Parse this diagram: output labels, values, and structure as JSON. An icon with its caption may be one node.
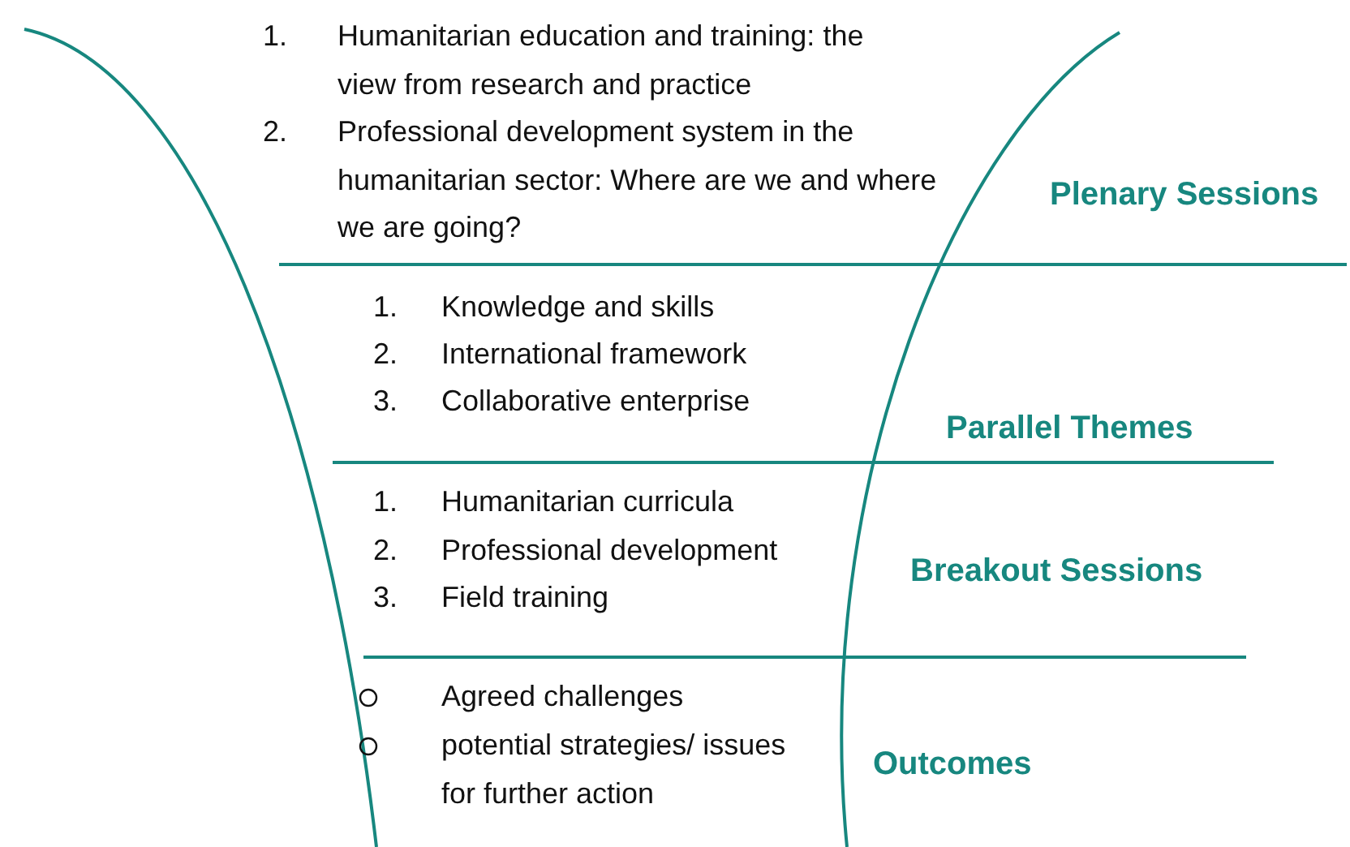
{
  "diagram": {
    "labels": [
      "1.",
      "Humanitarian education and training: the view from research and practice",
      "2.",
      "Professional development system in the humanitarian sector: Where are we and where we are going?",
      "Plenary Sessions",
      "1.",
      "Knowledge and skills",
      "2.",
      "International framework",
      "3.",
      "Collaborative enterprise",
      "Parallel Themes",
      "1.",
      "Humanitarian curricula",
      "2.",
      "Professional development",
      "3.",
      "Field training",
      "Breakout Sessions",
      "Agreed challenges",
      "potential strategies/ issues for further action",
      "Outcomes"
    ]
  }
}
